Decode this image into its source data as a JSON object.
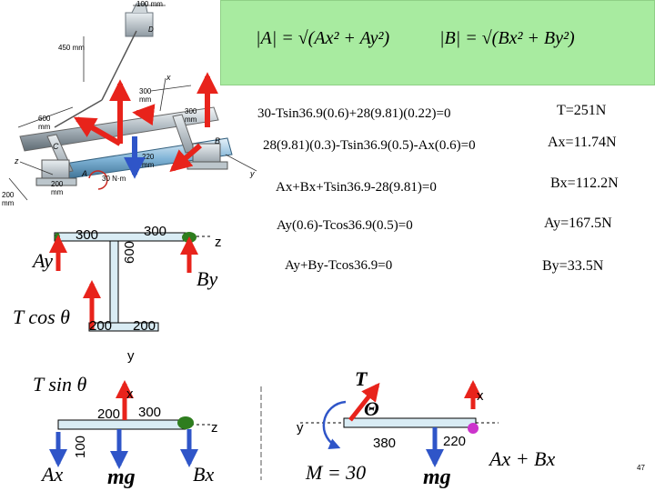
{
  "formulas": {
    "magnitude_a": "|A| = √(Ax² + Ay²)",
    "magnitude_b": "|B| = √(Bx² + By²)"
  },
  "photo": {
    "dim_top": "100 mm",
    "point_d": "D",
    "dim_450": "450 mm",
    "dim_300a": "300",
    "dim_mm_a": "mm",
    "dim_600": "600",
    "dim_mm_b": "mm",
    "dim_300b": "300",
    "dim_mm_c": "mm",
    "point_c": "C",
    "point_b": "B",
    "point_a": "A",
    "dim_220": "220",
    "dim_mm_d": "mm",
    "dim_200a": "200",
    "dim_mm_e": "mm",
    "dim_200b": "200",
    "dim_mm_f": "mm",
    "moment_label": "30 N·m",
    "axis_x": "x",
    "axis_y": "y",
    "axis_z": "z"
  },
  "equations": [
    {
      "equation": "30-Tsin36.9(0.6)+28(9.81)(0.22)=0",
      "result": "T=251N"
    },
    {
      "equation": "28(9.81)(0.3)-Tsin36.9(0.5)-Ax(0.6)=0",
      "result": "Ax=11.74N"
    },
    {
      "equation": "Ax+Bx+Tsin36.9-28(9.81)=0",
      "result": "Bx=112.2N"
    },
    {
      "equation": "Ay(0.6)-Tcos36.9(0.5)=0",
      "result": "Ay=167.5N"
    },
    {
      "equation": "Ay+By-Tcos36.9=0",
      "result": "By=33.5N"
    }
  ],
  "diagram_top": {
    "dim_left": "300",
    "dim_right": "300",
    "axis_z": "z",
    "force_ay": "Ay",
    "dim_600": "600",
    "force_by": "By",
    "force_tcos": "T cos θ",
    "dim_200a": "200",
    "dim_200b": "200",
    "axis_y": "y"
  },
  "diagram_bottom_left": {
    "force_tsin": "T sin θ",
    "axis_x": "x",
    "dim_200": "200",
    "dim_300": "300",
    "axis_z": "z",
    "dim_100": "100",
    "force_ax": "Ax",
    "force_mg": "mg",
    "force_bx": "Bx"
  },
  "diagram_bottom_right": {
    "force_t": "T",
    "axis_x": "x",
    "angle": "Θ",
    "axis_y": "y",
    "dim_380": "380",
    "dim_220": "220",
    "moment": "M = 30",
    "force_mg": "mg",
    "force_sum": "Ax + Bx"
  },
  "page_number": "47",
  "colors": {
    "formula_bg": "#a8eba0",
    "arrow_red": "#e8231b",
    "arrow_blue": "#2f55c8",
    "beam_fill": "#d9ecf4",
    "pin_green": "#2e7d1e",
    "pin_magenta": "#cc33cc",
    "moment_blue": "#2f55c8"
  }
}
